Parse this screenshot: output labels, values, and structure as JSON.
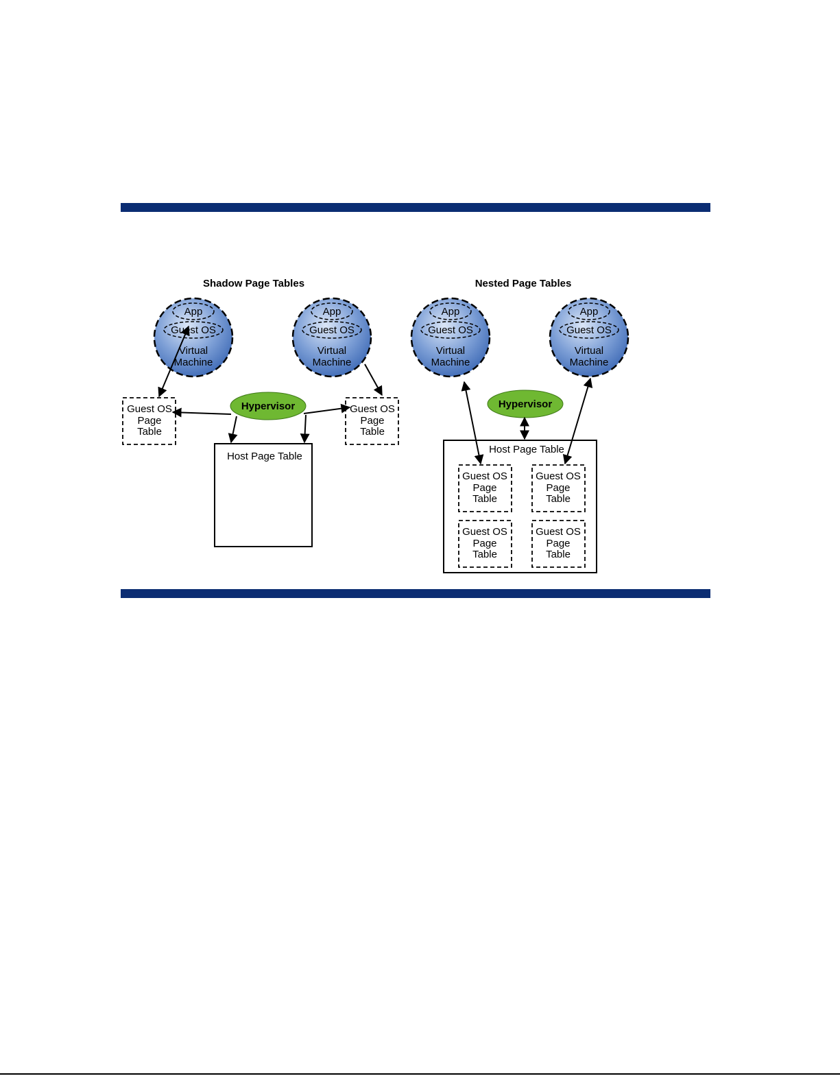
{
  "colors": {
    "rule": "#0b2d73",
    "vm_fill_light": "#dbe6f7",
    "vm_fill_dark": "#3d69b5",
    "hypervisor_fill": "#6fb832"
  },
  "shadow": {
    "title": "Shadow Page Tables",
    "vm1": {
      "app": "App",
      "guest_os": "Guest OS",
      "vm_line1": "Virtual",
      "vm_line2": "Machine"
    },
    "vm2": {
      "app": "App",
      "guest_os": "Guest OS",
      "vm_line1": "Virtual",
      "vm_line2": "Machine"
    },
    "hypervisor": "Hypervisor",
    "gpt_left": {
      "line1": "Guest OS",
      "line2": "Page",
      "line3": "Table"
    },
    "gpt_right": {
      "line1": "Guest OS",
      "line2": "Page",
      "line3": "Table"
    },
    "host_page_table": "Host Page Table"
  },
  "nested": {
    "title": "Nested Page Tables",
    "vm1": {
      "app": "App",
      "guest_os": "Guest OS",
      "vm_line1": "Virtual",
      "vm_line2": "Machine"
    },
    "vm2": {
      "app": "App",
      "guest_os": "Guest OS",
      "vm_line1": "Virtual",
      "vm_line2": "Machine"
    },
    "hypervisor": "Hypervisor",
    "host_page_table": "Host Page Table",
    "gpt_tl": {
      "line1": "Guest OS",
      "line2": "Page",
      "line3": "Table"
    },
    "gpt_tr": {
      "line1": "Guest OS",
      "line2": "Page",
      "line3": "Table"
    },
    "gpt_bl": {
      "line1": "Guest OS",
      "line2": "Page",
      "line3": "Table"
    },
    "gpt_br": {
      "line1": "Guest OS",
      "line2": "Page",
      "line3": "Table"
    }
  }
}
